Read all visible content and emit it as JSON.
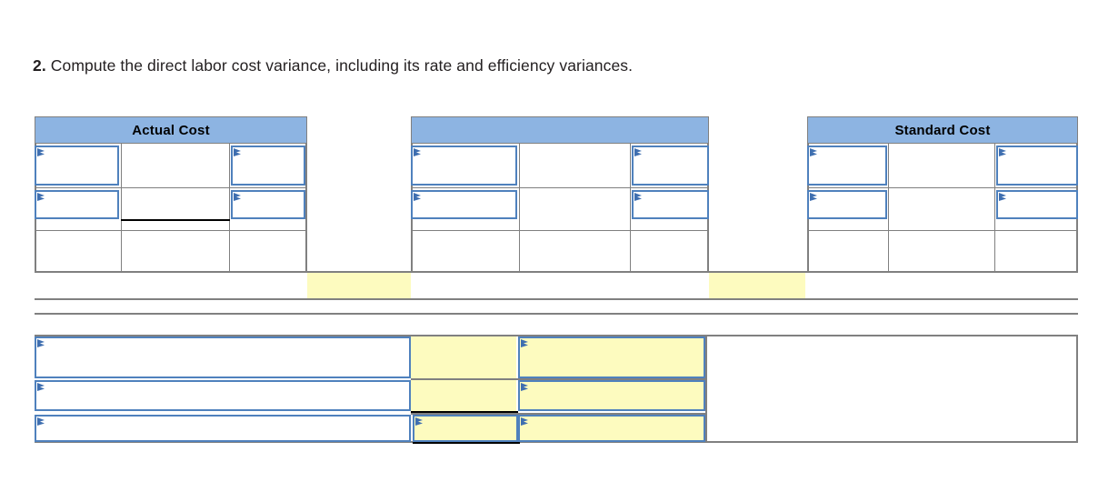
{
  "prompt": {
    "number": "2.",
    "text": "Compute the direct labor cost variance, including its rate and efficiency variances."
  },
  "colors": {
    "header_blue": "#8db4e2",
    "input_border_blue": "#4f81bd",
    "marker_blue": "#3f6fb0",
    "highlight_yellow": "#fdfbbf",
    "grid_gray": "#808080",
    "rule_black": "#000000"
  },
  "top_table": {
    "groups": [
      {
        "name": "actual-cost",
        "header": "Actual Cost",
        "input_rows": [
          {
            "cells": [
              {
                "type": "input"
              },
              {
                "type": "plain"
              },
              {
                "type": "input"
              }
            ]
          },
          {
            "cells": [
              {
                "type": "input"
              },
              {
                "type": "plain",
                "underline": "black"
              },
              {
                "type": "input"
              }
            ]
          }
        ],
        "blank_row": {
          "cells": [
            {
              "type": "plain"
            },
            {
              "type": "plain"
            },
            {
              "type": "plain"
            }
          ]
        }
      },
      {
        "name": "middle",
        "header": "",
        "input_rows": [
          {
            "cells": [
              {
                "type": "input"
              },
              {
                "type": "plain"
              },
              {
                "type": "input"
              }
            ]
          },
          {
            "cells": [
              {
                "type": "input"
              },
              {
                "type": "plain"
              },
              {
                "type": "input"
              }
            ]
          }
        ],
        "blank_row": {
          "cells": [
            {
              "type": "plain"
            },
            {
              "type": "plain"
            },
            {
              "type": "plain"
            }
          ]
        }
      },
      {
        "name": "standard-cost",
        "header": "Standard Cost",
        "input_rows": [
          {
            "cells": [
              {
                "type": "input"
              },
              {
                "type": "plain"
              },
              {
                "type": "input"
              }
            ]
          },
          {
            "cells": [
              {
                "type": "input"
              },
              {
                "type": "plain"
              },
              {
                "type": "input"
              }
            ]
          }
        ],
        "blank_row": {
          "cells": [
            {
              "type": "plain"
            },
            {
              "type": "plain"
            },
            {
              "type": "plain"
            }
          ]
        }
      }
    ],
    "total_row": {
      "name": "variance-total-row",
      "highlight_cells": 2
    }
  },
  "bottom_table": {
    "rows": [
      {
        "name": "variance-row-1",
        "label_cell": {
          "type": "input",
          "value": ""
        },
        "mid_cell": {
          "type": "highlight"
        },
        "amount_cell": {
          "type": "input-highlight",
          "value": ""
        }
      },
      {
        "name": "variance-row-2",
        "label_cell": {
          "type": "input",
          "value": ""
        },
        "mid_cell": {
          "type": "highlight",
          "underline": "black"
        },
        "amount_cell": {
          "type": "input-highlight",
          "value": ""
        }
      },
      {
        "name": "variance-row-3",
        "label_cell": {
          "type": "input",
          "value": ""
        },
        "mid_cell": {
          "type": "input-highlight",
          "underline": "black",
          "value": ""
        },
        "amount_cell": {
          "type": "input-highlight",
          "value": ""
        }
      }
    ]
  }
}
